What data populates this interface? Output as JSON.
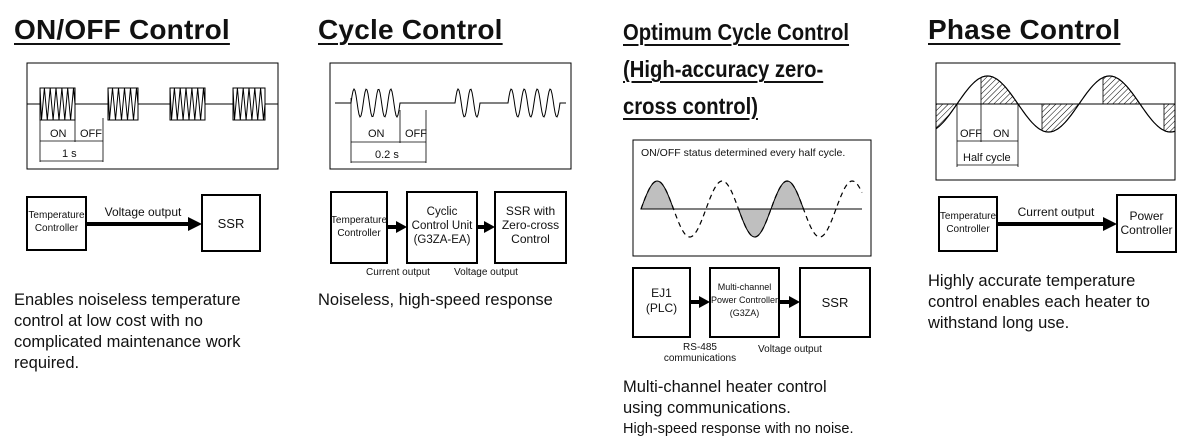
{
  "on_off": {
    "title": "ON/OFF Control",
    "wave_labels": {
      "on": "ON",
      "off": "OFF",
      "period": "1 s"
    },
    "controller": "Temperature\nController",
    "arrow_label": "Voltage output",
    "ssr": "SSR",
    "description": "Enables noiseless temperature\ncontrol at low cost with no\ncomplicated maintenance work\nrequired."
  },
  "cycle": {
    "title": "Cycle Control",
    "wave_labels": {
      "on": "ON",
      "off": "OFF",
      "period": "0.2 s"
    },
    "controller": "Temperature\nController",
    "unit": "Cyclic\nControl Unit\n(G3ZA-EA)",
    "ssr": "SSR with\nZero-cross\nControl",
    "current_output": "Current output",
    "voltage_output": "Voltage output",
    "description": "Noiseless, high-speed response"
  },
  "optimum": {
    "title": "Optimum Cycle Control\n(High-accuracy zero-\ncross control)",
    "box_caption": "ON/OFF status determined every half cycle.",
    "plc": "EJ1\n(PLC)",
    "unit": "Multi-channel\nPower Controller\n(G3ZA)",
    "ssr": "SSR",
    "rs485": "RS-485\ncommunications",
    "voltage_output": "Voltage output",
    "description": "Multi-channel heater control\nusing communications.",
    "description2": "High-speed response with no noise."
  },
  "phase": {
    "title": "Phase Control",
    "wave_labels": {
      "off": "OFF",
      "on": "ON",
      "period": "Half cycle"
    },
    "controller": "Temperature\nController",
    "arrow_label": "Current output",
    "power_controller": "Power\nController",
    "description": "Highly accurate temperature\ncontrol enables each heater to\nwithstand long use."
  }
}
